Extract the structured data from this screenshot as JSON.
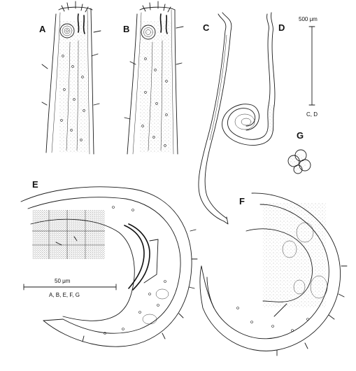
{
  "panels": {
    "A": "A",
    "B": "B",
    "C": "C",
    "D": "D",
    "E": "E",
    "F": "F",
    "G": "G"
  },
  "scale_bars": {
    "large": {
      "length": "500 μm",
      "applies_to": "C, D"
    },
    "small": {
      "length": "50 μm",
      "applies_to": "A, B, E, F, G"
    }
  }
}
